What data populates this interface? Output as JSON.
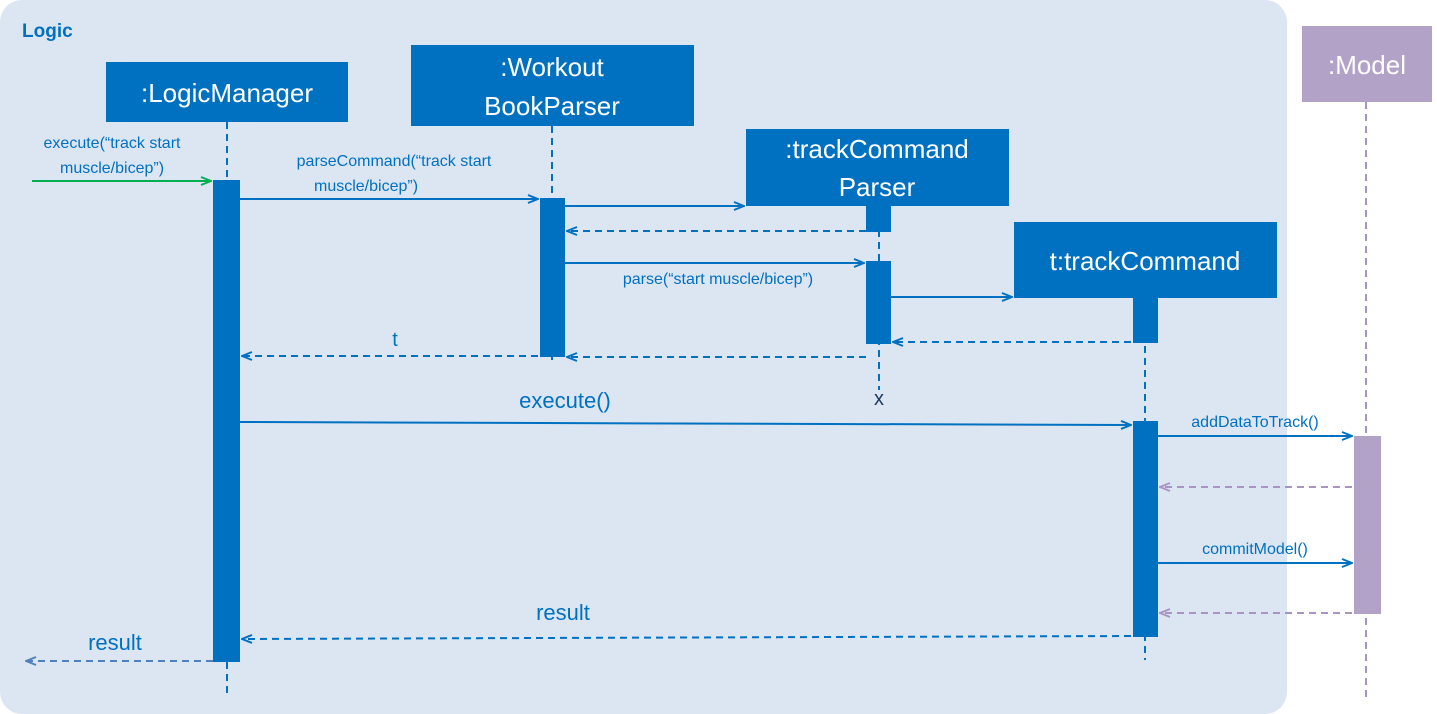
{
  "frame": {
    "label": "Logic"
  },
  "lifelines": {
    "logicManager": {
      "label": ":LogicManager"
    },
    "workoutBookParser": {
      "line1": ":Workout",
      "line2": "BookParser"
    },
    "trackCommandParser": {
      "line1": ":trackCommand",
      "line2": "Parser"
    },
    "trackCommand": {
      "label": "t:trackCommand"
    },
    "model": {
      "label": ":Model"
    }
  },
  "messages": {
    "execute_in": {
      "line1": "execute(“track start",
      "line2": "muscle/bicep”)"
    },
    "parse_command": {
      "line1": "parseCommand(“track start",
      "line2": "muscle/bicep”)"
    },
    "parse": {
      "label": "parse(“start muscle/bicep”)"
    },
    "return_t": {
      "label": "t"
    },
    "destroy_mark": {
      "label": "x"
    },
    "execute": {
      "label": "execute()"
    },
    "add_data": {
      "label": "addDataToTrack()"
    },
    "commit_model": {
      "label": "commitModel()"
    },
    "result_inner": {
      "label": "result"
    },
    "result_out": {
      "label": "result"
    }
  },
  "colors": {
    "frame_fill": "#dce6f2",
    "box_blue": "#0070c0",
    "arrow_blue": "#0070c0",
    "found_arrow_green": "#00b050",
    "model_purple": "#b3a2c7",
    "model_line": "#a994c3",
    "result_out_arrow": "#4f81bd"
  }
}
